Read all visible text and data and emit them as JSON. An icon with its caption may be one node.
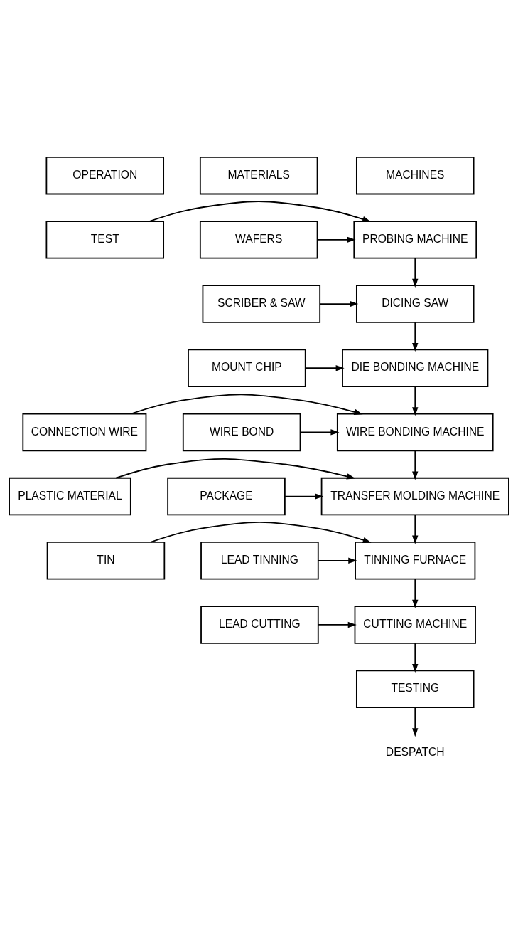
{
  "diagram": {
    "nodes": [
      {
        "text": [
          "OPERATION"
        ]
      },
      {
        "text": [
          "MACHINES"
        ]
      },
      {
        "text": [
          "MATERIALS"
        ]
      },
      {
        "text": [
          "TEST"
        ]
      },
      {
        "text": [
          "PROBING MACHINE"
        ]
      },
      {
        "text": [
          "WAFERS"
        ]
      },
      {
        "text": [
          "SCRIBER & SAW"
        ]
      },
      {
        "text": [
          "DICING SAW"
        ]
      },
      {
        "text": [
          "MOUNT CHIP"
        ]
      },
      {
        "text": [
          "DIE BONDING MACHINE"
        ]
      },
      {
        "text": [
          "WIRE BOND"
        ]
      },
      {
        "text": [
          "WIRE BONDING MACHINE"
        ]
      },
      {
        "text": [
          "CONNECTION WIRE"
        ]
      },
      {
        "text": [
          "PACKAGE"
        ]
      },
      {
        "text": [
          "TRANSFER MOLDING MACHINE"
        ]
      },
      {
        "text": [
          "PLASTIC MATERIAL"
        ]
      },
      {
        "text": [
          "LEAD TINNING"
        ]
      },
      {
        "text": [
          "TINNING FURNACE"
        ]
      },
      {
        "text": [
          "TIN"
        ]
      },
      {
        "text": [
          "LEAD CUTTING"
        ]
      },
      {
        "text": [
          "CUTTING MACHINE"
        ]
      },
      {
        "text": [
          "TESTING"
        ]
      },
      {
        "text": [
          "DESPATCH"
        ]
      }
    ],
    "edges": [
      {
        "from": 3,
        "to": 4,
        "arrow": "to"
      },
      {
        "from": 5,
        "to": 4,
        "arrow": "to"
      },
      {
        "from": 4,
        "to": 7,
        "arrow": "to"
      },
      {
        "from": 6,
        "to": 7,
        "arrow": "to"
      },
      {
        "from": 7,
        "to": 9,
        "arrow": "to"
      },
      {
        "from": 8,
        "to": 9,
        "arrow": "to"
      },
      {
        "from": 9,
        "to": 11,
        "arrow": "to"
      },
      {
        "from": 10,
        "to": 11,
        "arrow": "to"
      },
      {
        "from": 12,
        "to": 11,
        "arrow": "to"
      },
      {
        "from": 11,
        "to": 14,
        "arrow": "to"
      },
      {
        "from": 13,
        "to": 14,
        "arrow": "to"
      },
      {
        "from": 15,
        "to": 14,
        "arrow": "to"
      },
      {
        "from": 14,
        "to": 17,
        "arrow": "to"
      },
      {
        "from": 16,
        "to": 17,
        "arrow": "to"
      },
      {
        "from": 18,
        "to": 17,
        "arrow": "to"
      },
      {
        "from": 17,
        "to": 20,
        "arrow": "to"
      },
      {
        "from": 19,
        "to": 20,
        "arrow": "to"
      },
      {
        "from": 20,
        "to": 21,
        "arrow": "to"
      },
      {
        "from": 21,
        "to": 22,
        "arrow": "to"
      }
    ]
  }
}
